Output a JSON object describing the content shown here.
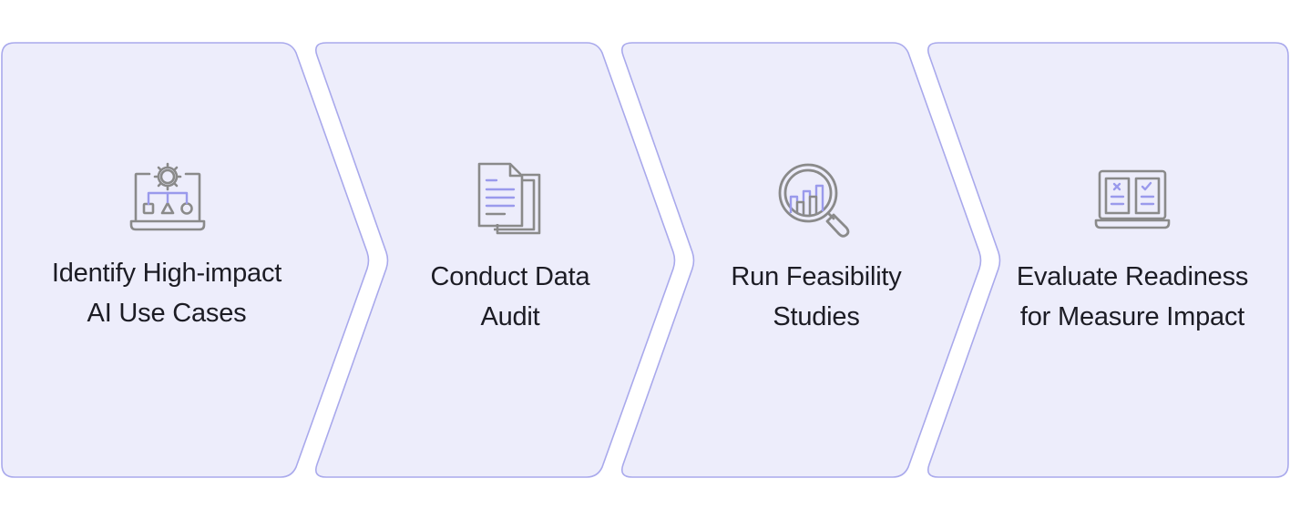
{
  "colors": {
    "fill": "#ededfb",
    "border": "#a9a9ec",
    "icon_stroke": "#8a8a8a",
    "icon_accent": "#9a9aec",
    "text": "#1c1c24"
  },
  "steps": [
    {
      "id": "identify",
      "icon": "laptop-gear-shapes-icon",
      "label_line1": "Identify High-impact",
      "label_line2": "AI Use Cases"
    },
    {
      "id": "audit",
      "icon": "documents-icon",
      "label_line1": "Conduct Data",
      "label_line2": "Audit"
    },
    {
      "id": "feasibility",
      "icon": "magnifier-chart-icon",
      "label_line1": "Run Feasibility",
      "label_line2": "Studies"
    },
    {
      "id": "evaluate",
      "icon": "laptop-checklist-icon",
      "label_line1": "Evaluate Readiness",
      "label_line2": "for Measure Impact"
    }
  ]
}
